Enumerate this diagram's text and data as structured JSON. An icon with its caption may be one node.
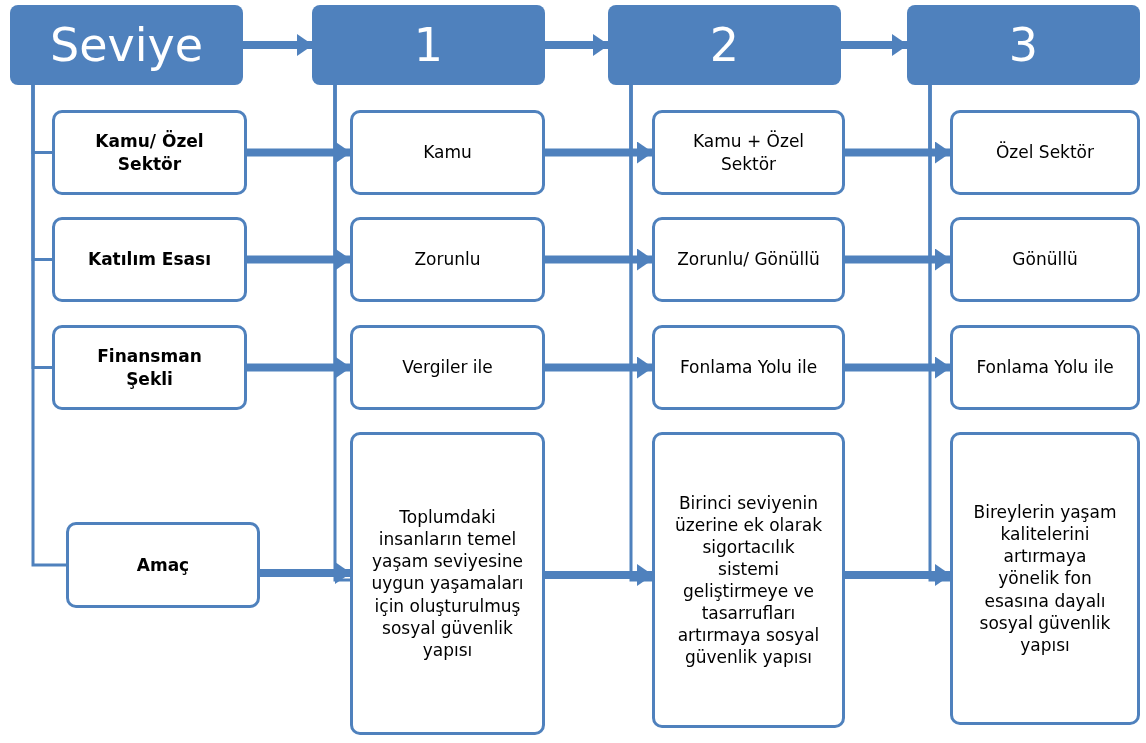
{
  "diagram": {
    "nodes": [
      {
        "text": [
          "Seviye"
        ]
      },
      {
        "text": [
          "1"
        ]
      },
      {
        "text": [
          "2"
        ]
      },
      {
        "text": [
          "3"
        ]
      },
      {
        "text": [
          "Kamu/ Özel Sektör"
        ]
      },
      {
        "text": [
          "Katılım Esası"
        ]
      },
      {
        "text": [
          "Finansman Şekli"
        ]
      },
      {
        "text": [
          "Amaç"
        ]
      },
      {
        "text": [
          "Kamu"
        ]
      },
      {
        "text": [
          "Zorunlu"
        ]
      },
      {
        "text": [
          "Vergiler ile"
        ]
      },
      {
        "text": [
          "Toplumdaki insanların temel yaşam seviyesine uygun yaşamaları için oluşturulmuş sosyal güvenlik yapısı"
        ]
      },
      {
        "text": [
          "Kamu + Özel Sektör"
        ]
      },
      {
        "text": [
          "Zorunlu/ Gönüllü"
        ]
      },
      {
        "text": [
          "Fonlama Yolu ile"
        ]
      },
      {
        "text": [
          "Birinci seviyenin üzerine ek olarak sigortacılık sistemi geliştirmeye ve tasarrufları artırmaya sosyal güvenlik yapısı"
        ]
      },
      {
        "text": [
          "Özel Sektör"
        ]
      },
      {
        "text": [
          "Gönüllü"
        ]
      },
      {
        "text": [
          "Fonlama Yolu ile"
        ]
      },
      {
        "text": [
          "Bireylerin yaşam kalitelerini artırmaya yönelik fon esasına dayalı sosyal güvenlik yapısı"
        ]
      }
    ],
    "edges": [
      {
        "from": 0,
        "to": 1,
        "arrow": "to",
        "style": "thick"
      },
      {
        "from": 1,
        "to": 2,
        "arrow": "to",
        "style": "thick"
      },
      {
        "from": 2,
        "to": 3,
        "arrow": "to",
        "style": "thick"
      },
      {
        "from": 0,
        "to": 4,
        "arrow": "none"
      },
      {
        "from": 0,
        "to": 5,
        "arrow": "none"
      },
      {
        "from": 0,
        "to": 6,
        "arrow": "none"
      },
      {
        "from": 0,
        "to": 7,
        "arrow": "none"
      },
      {
        "from": 1,
        "to": 8,
        "arrow": "none"
      },
      {
        "from": 1,
        "to": 9,
        "arrow": "none"
      },
      {
        "from": 1,
        "to": 10,
        "arrow": "none"
      },
      {
        "from": 1,
        "to": 11,
        "arrow": "none"
      },
      {
        "from": 2,
        "to": 12,
        "arrow": "none"
      },
      {
        "from": 2,
        "to": 13,
        "arrow": "none"
      },
      {
        "from": 2,
        "to": 14,
        "arrow": "none"
      },
      {
        "from": 2,
        "to": 15,
        "arrow": "none"
      },
      {
        "from": 3,
        "to": 16,
        "arrow": "none"
      },
      {
        "from": 3,
        "to": 17,
        "arrow": "none"
      },
      {
        "from": 3,
        "to": 18,
        "arrow": "none"
      },
      {
        "from": 3,
        "to": 19,
        "arrow": "none"
      },
      {
        "from": 4,
        "to": 8,
        "arrow": "to",
        "style": "thick"
      },
      {
        "from": 8,
        "to": 12,
        "arrow": "to",
        "style": "thick"
      },
      {
        "from": 12,
        "to": 16,
        "arrow": "to",
        "style": "thick"
      },
      {
        "from": 5,
        "to": 9,
        "arrow": "to",
        "style": "thick"
      },
      {
        "from": 9,
        "to": 13,
        "arrow": "to",
        "style": "thick"
      },
      {
        "from": 13,
        "to": 17,
        "arrow": "to",
        "style": "thick"
      },
      {
        "from": 6,
        "to": 10,
        "arrow": "to",
        "style": "thick"
      },
      {
        "from": 10,
        "to": 14,
        "arrow": "to",
        "style": "thick"
      },
      {
        "from": 14,
        "to": 18,
        "arrow": "to",
        "style": "thick"
      },
      {
        "from": 7,
        "to": 11,
        "arrow": "to",
        "style": "thick"
      },
      {
        "from": 11,
        "to": 15,
        "arrow": "to",
        "style": "thick"
      },
      {
        "from": 15,
        "to": 19,
        "arrow": "to",
        "style": "thick"
      }
    ]
  }
}
